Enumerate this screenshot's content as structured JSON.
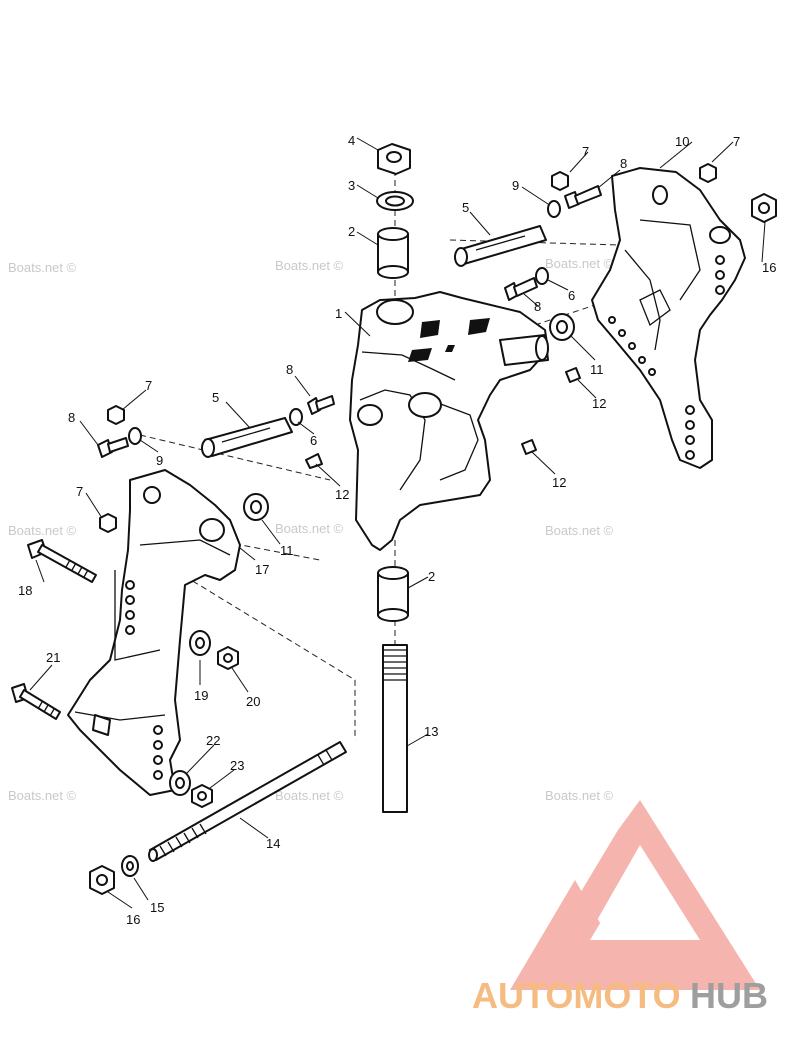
{
  "watermark": "Boats.net ©",
  "brand": {
    "part1": "AUTOMOTO",
    "part2": "HUB",
    "color_primary": "#f4a8a0",
    "color_accent": "#f4b06a",
    "color_dark": "#8e8e8e"
  },
  "labels": {
    "n1": "1",
    "n2a": "2",
    "n2b": "2",
    "n3": "3",
    "n4": "4",
    "n5a": "5",
    "n5b": "5",
    "n6a": "6",
    "n6b": "6",
    "n7a": "7",
    "n7b": "7",
    "n7c": "7",
    "n7d": "7",
    "n8a": "8",
    "n8b": "8",
    "n8c": "8",
    "n8d": "8",
    "n9a": "9",
    "n9b": "9",
    "n10": "10",
    "n11a": "11",
    "n11b": "11",
    "n12a": "12",
    "n12b": "12",
    "n12c": "12",
    "n13": "13",
    "n14": "14",
    "n15": "15",
    "n16a": "16",
    "n16b": "16",
    "n17": "17",
    "n18": "18",
    "n19": "19",
    "n20": "20",
    "n21": "21",
    "n22": "22",
    "n23": "23"
  }
}
